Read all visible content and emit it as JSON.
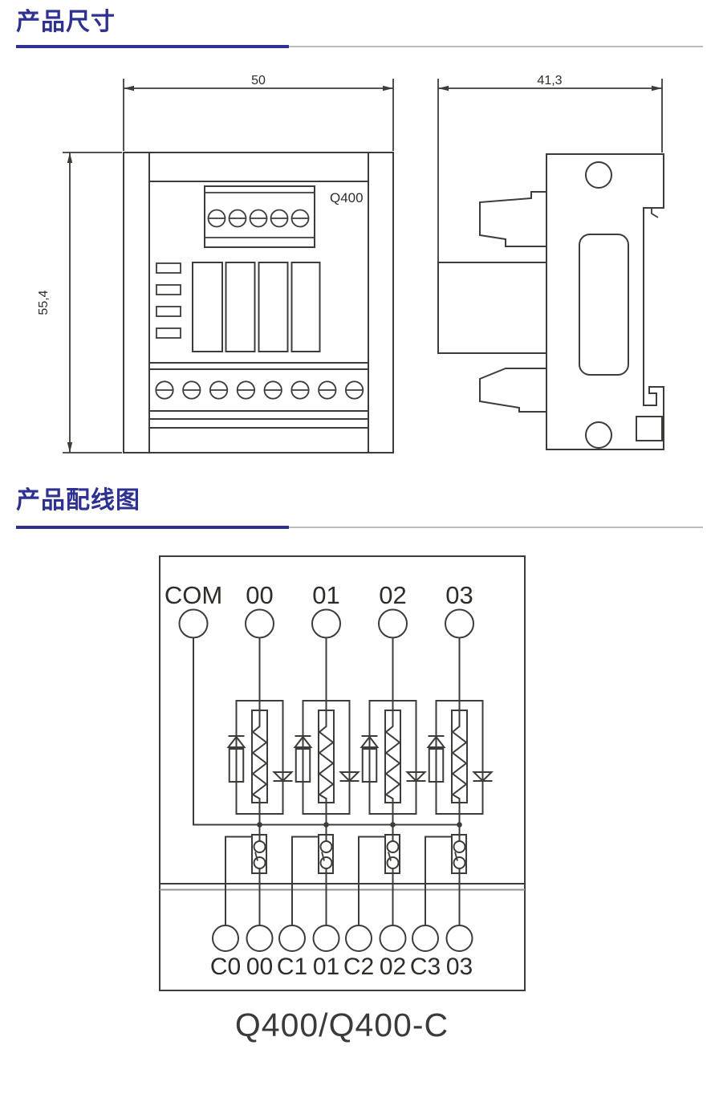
{
  "sections": {
    "dimensions": {
      "title": "产品尺寸"
    },
    "wiring": {
      "title": "产品配线图"
    }
  },
  "dimension_drawing": {
    "front_view": {
      "width_label": "50",
      "height_label": "55,4",
      "model_label": "Q400"
    },
    "side_view": {
      "depth_label": "41,3"
    }
  },
  "wiring_diagram": {
    "top_terminals": [
      "COM",
      "00",
      "01",
      "02",
      "03"
    ],
    "bottom_terminals": [
      "C0",
      "00",
      "C1",
      "01",
      "C2",
      "02",
      "C3",
      "03"
    ],
    "caption": "Q400/Q400-C"
  },
  "colors": {
    "accent": "#2e3192",
    "line": "#3e3c38",
    "muted_line": "#918f8b",
    "divider_gray": "#bdbdbd"
  }
}
